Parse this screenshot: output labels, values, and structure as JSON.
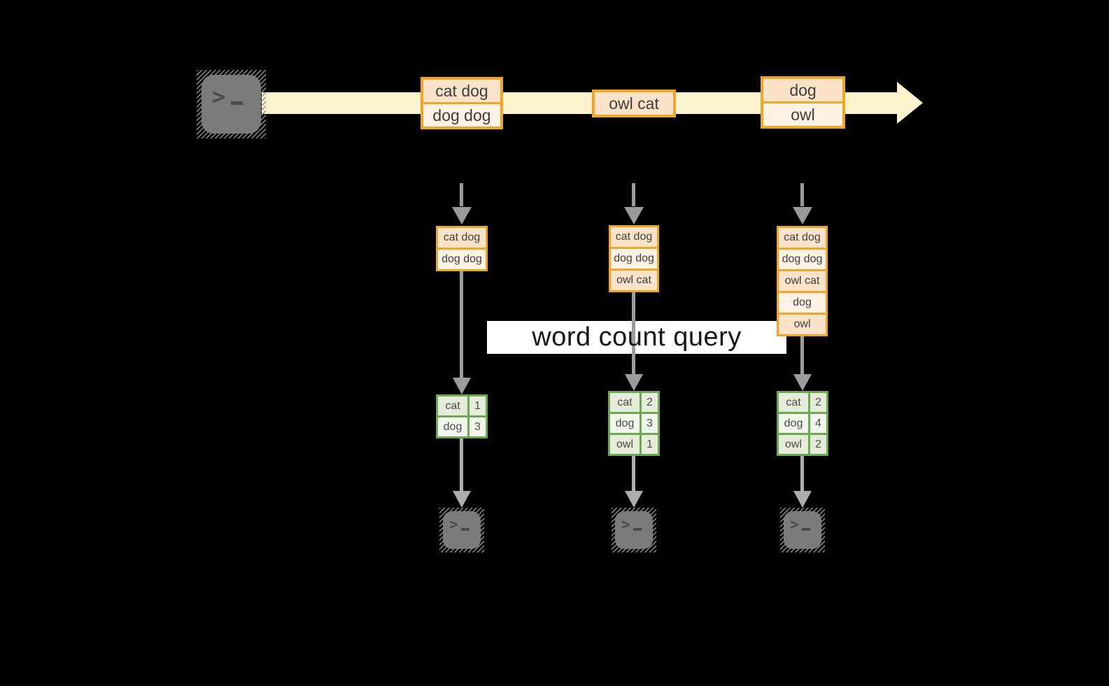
{
  "query": {
    "label": "word count query"
  },
  "stream": {
    "source_icon": "terminal",
    "batches": [
      {
        "rows": [
          "cat dog",
          "dog dog"
        ]
      },
      {
        "rows": [
          "owl cat"
        ]
      },
      {
        "rows": [
          "dog",
          "owl"
        ]
      }
    ]
  },
  "states": [
    {
      "rows": [
        "cat dog",
        "dog dog"
      ]
    },
    {
      "rows": [
        "cat dog",
        "dog dog",
        "owl cat"
      ]
    },
    {
      "rows": [
        "cat dog",
        "dog dog",
        "owl cat",
        "dog",
        "owl"
      ]
    }
  ],
  "counts": [
    {
      "rows": [
        {
          "word": "cat",
          "count": "1"
        },
        {
          "word": "dog",
          "count": "3"
        }
      ]
    },
    {
      "rows": [
        {
          "word": "cat",
          "count": "2"
        },
        {
          "word": "dog",
          "count": "3"
        },
        {
          "word": "owl",
          "count": "1"
        }
      ]
    },
    {
      "rows": [
        {
          "word": "cat",
          "count": "2"
        },
        {
          "word": "dog",
          "count": "4"
        },
        {
          "word": "owl",
          "count": "2"
        }
      ]
    }
  ],
  "colors": {
    "accent_orange": "#f0a428",
    "fill_peach": "#fae3c8",
    "fill_cream": "#fdf2e3",
    "stream_band": "#fcf2cd",
    "accent_green": "#6aa950",
    "fill_green_dark": "#e5edda",
    "fill_green_light": "#f1f6ed",
    "connector_gray": "#9c9c9c",
    "terminal_gray": "#7b7b7b",
    "query_band_bg": "#ffffff"
  }
}
